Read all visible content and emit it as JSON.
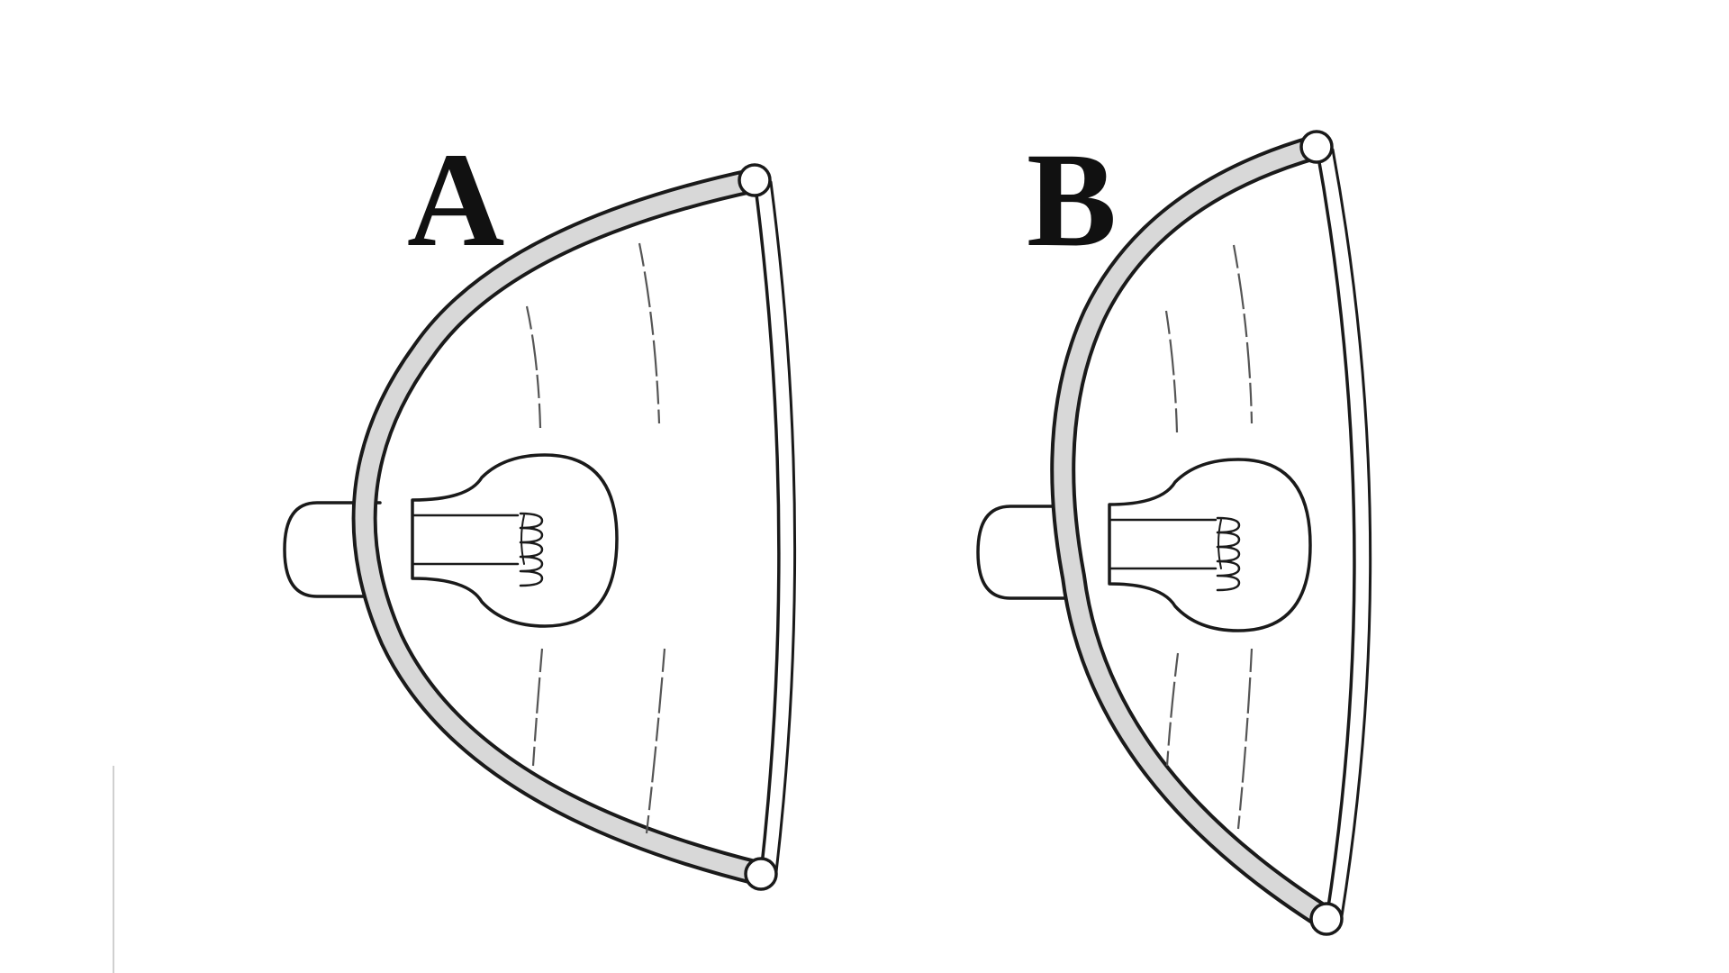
{
  "panels": [
    {
      "id": "A",
      "label": "A"
    },
    {
      "id": "B",
      "label": "B"
    }
  ],
  "colors": {
    "ink": "#1a1a1a",
    "rim_fill": "#d8d8d8",
    "background": "#ffffff"
  }
}
